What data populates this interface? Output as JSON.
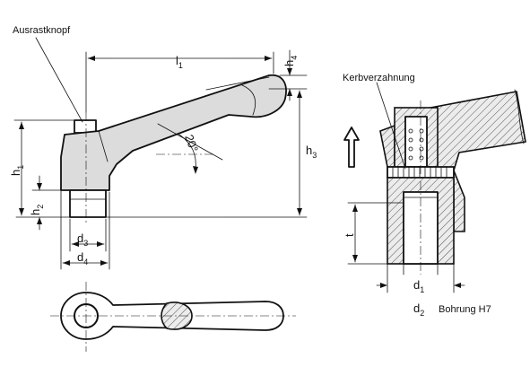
{
  "labels": {
    "detent_knob": "Ausrastknopf",
    "serration": "Kerbverzahnung",
    "bore": "Bohrung H7",
    "angle": "20°"
  },
  "dimensions": {
    "l1": {
      "base": "l",
      "sub": "1"
    },
    "h1": {
      "base": "h",
      "sub": "1"
    },
    "h2": {
      "base": "h",
      "sub": "2"
    },
    "h3": {
      "base": "h",
      "sub": "3"
    },
    "h4": {
      "base": "h",
      "sub": "4"
    },
    "d1": {
      "base": "d",
      "sub": "1"
    },
    "d2": {
      "base": "d",
      "sub": "2"
    },
    "d3": {
      "base": "d",
      "sub": "3"
    },
    "d4": {
      "base": "d",
      "sub": "4"
    },
    "t": {
      "base": "t"
    }
  },
  "colors": {
    "line": "#111111",
    "fill": "#dcdcdc",
    "background": "#ffffff"
  }
}
